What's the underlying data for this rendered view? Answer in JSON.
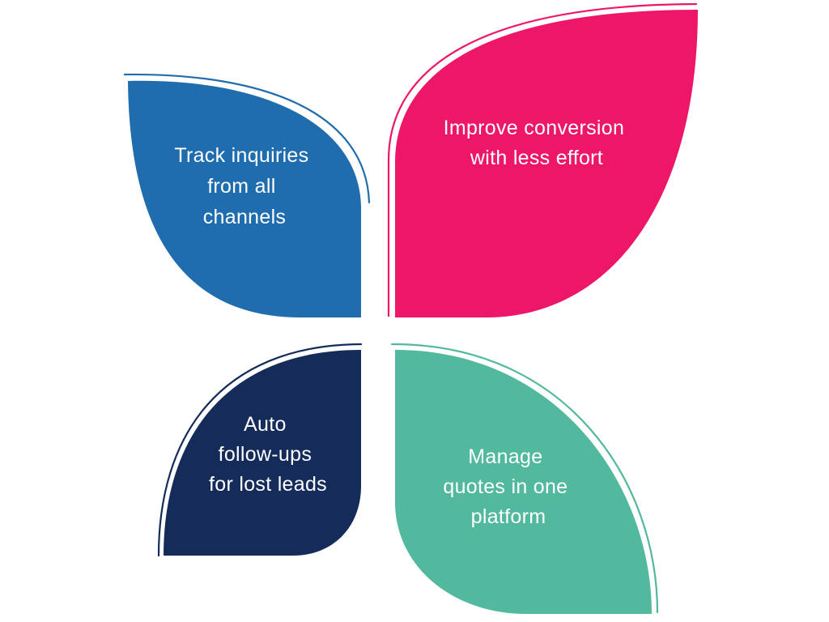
{
  "petals": [
    {
      "id": "top-left",
      "color": "#1F6DAE",
      "lines": [
        "Track inquiries",
        "from all",
        "channels"
      ]
    },
    {
      "id": "top-right",
      "color": "#EE1669",
      "lines": [
        "Improve conversion",
        "with less effort"
      ]
    },
    {
      "id": "bottom-left",
      "color": "#152C5B",
      "lines": [
        "Auto",
        "follow-ups",
        "for lost leads"
      ]
    },
    {
      "id": "bottom-right",
      "color": "#52B99F",
      "lines": [
        "Manage",
        "quotes in one",
        "platform"
      ]
    }
  ]
}
